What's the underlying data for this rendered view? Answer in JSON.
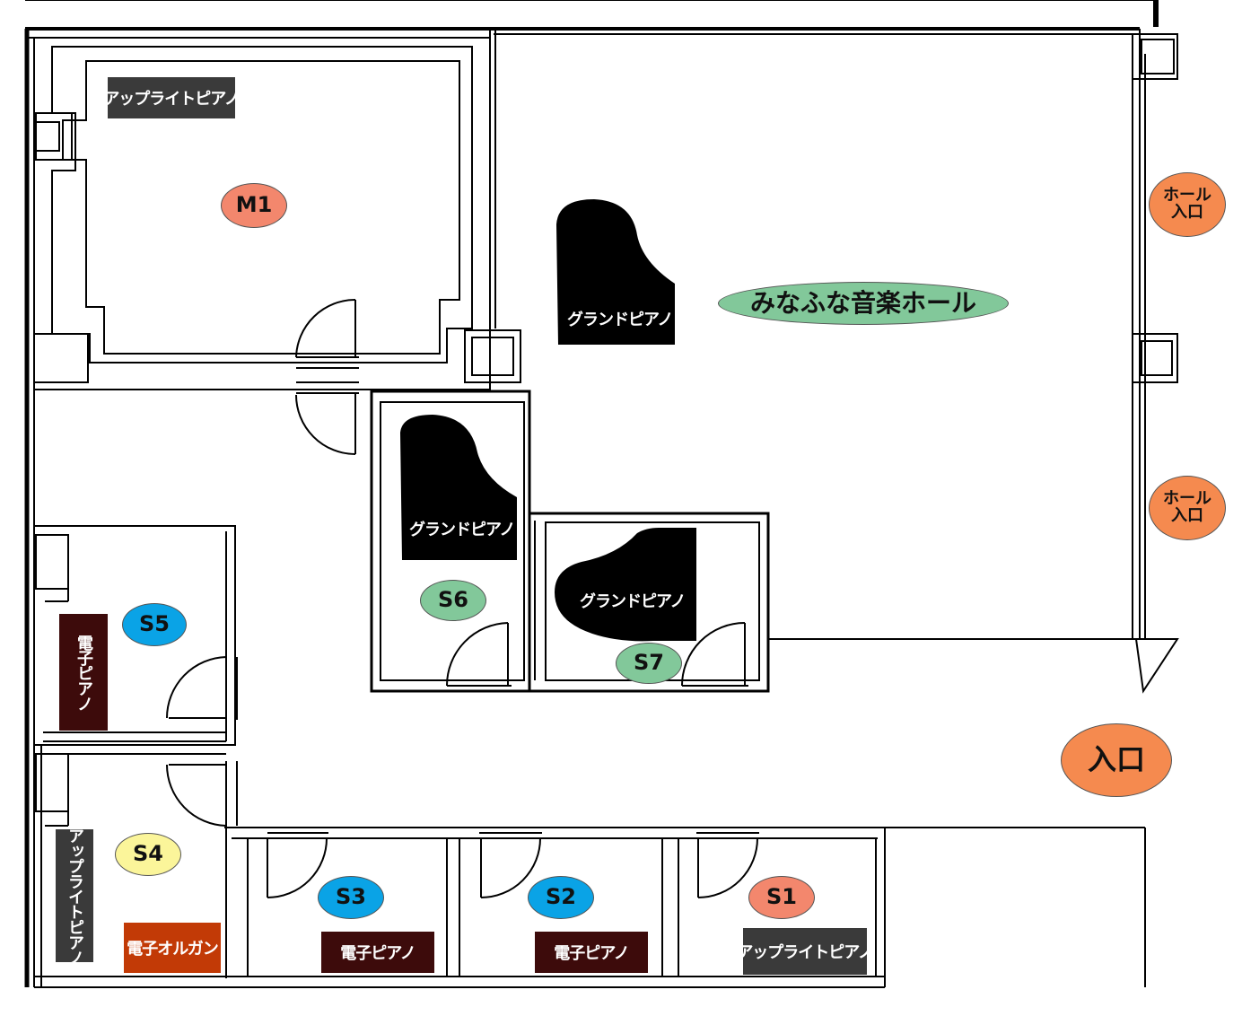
{
  "colors": {
    "blue": "#0aa3e6",
    "salmon": "#f3876d",
    "green": "#82c89a",
    "yellow": "#fbf59a",
    "orange_circle": "#f58a4f",
    "label_dark": "#3a3a3a",
    "label_maroon": "#3d0b0b",
    "label_orange": "#c23a06"
  },
  "rooms": {
    "m1": "M1",
    "s1": "S1",
    "s2": "S2",
    "s3": "S3",
    "s4": "S4",
    "s5": "S5",
    "s6": "S6",
    "s7": "S7"
  },
  "hall": {
    "name": "みなふな音楽ホール",
    "entrance_1": "ホール入口",
    "entrance_2": "ホール入口"
  },
  "main_entrance": "入口",
  "instruments": {
    "m1_upright": "アップライトピアノ",
    "hall_grand": "グランドピアノ",
    "s6_grand": "グランドピアノ",
    "s7_grand": "グランドピアノ",
    "s5_electric": "電子ピアノ",
    "s4_upright": "アップライトピアノ",
    "s4_organ": "電子オルガン",
    "s3_electric": "電子ピアノ",
    "s2_electric": "電子ピアノ",
    "s1_upright": "アップライトピアノ"
  }
}
